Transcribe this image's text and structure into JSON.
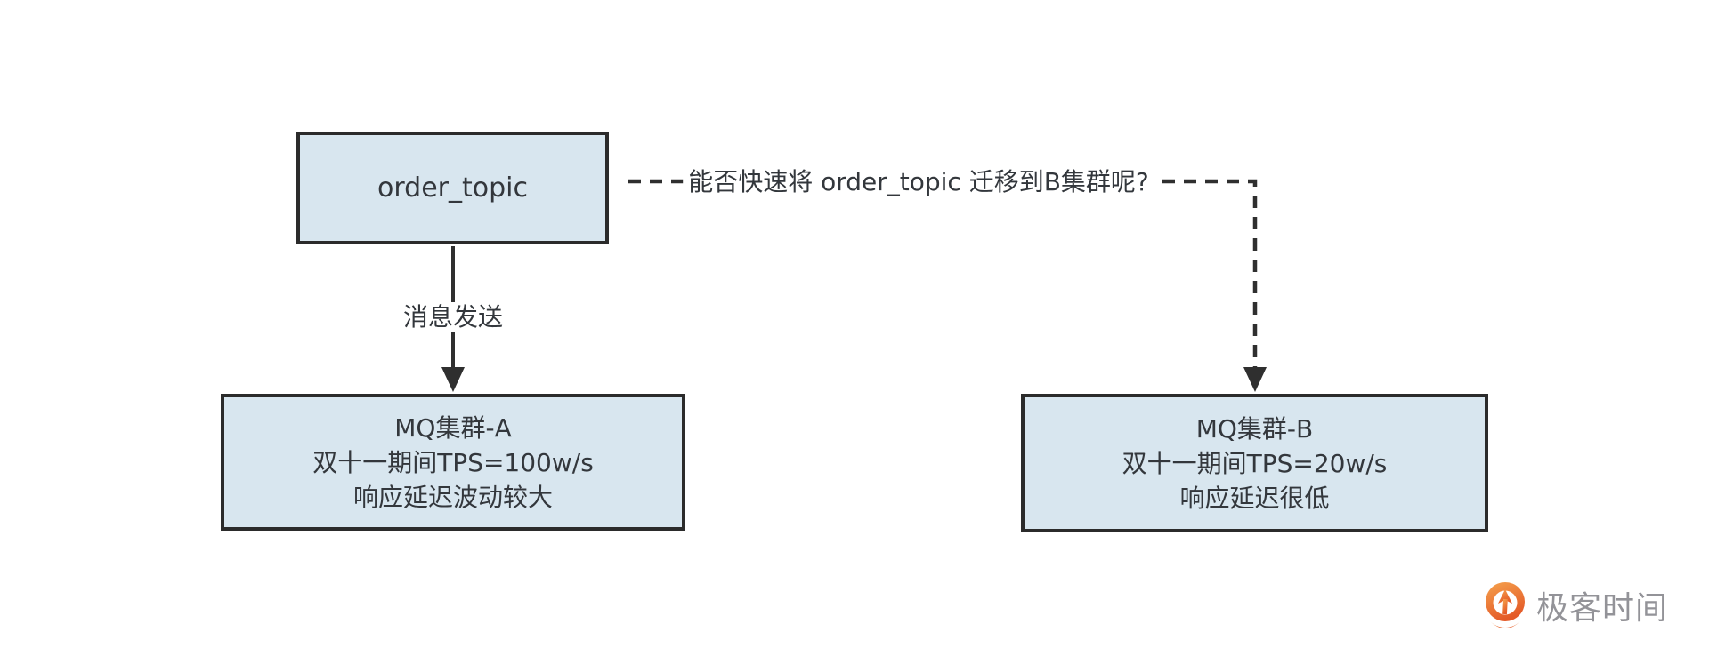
{
  "page": {
    "background_color": "#ffffff"
  },
  "diagram": {
    "nodes": {
      "order_topic": {
        "label": "order_topic"
      },
      "cluster_a": {
        "lines": [
          "MQ集群-A",
          "双十一期间TPS=100w/s",
          "响应延迟波动较大"
        ]
      },
      "cluster_b": {
        "lines": [
          "MQ集群-B",
          "双十一期间TPS=20w/s",
          "响应延迟很低"
        ]
      }
    },
    "edges": {
      "send": {
        "label": "消息发送",
        "style": "solid",
        "from": "order_topic",
        "to": "cluster_a"
      },
      "migrate_question": {
        "label": "能否快速将 order_topic 迁移到B集群呢?",
        "style": "dashed",
        "from": "order_topic",
        "to": "cluster_b"
      }
    },
    "colors": {
      "node_fill": "#d8e6ef",
      "node_border": "#2b2b2b",
      "node_text": "#33373c",
      "connector": "#2f2f2f"
    }
  },
  "branding": {
    "logo_text": "极客时间",
    "logo_text_color": "#939398",
    "logo_orange_light": "#f5a24d",
    "logo_orange_dark": "#e45a28"
  }
}
